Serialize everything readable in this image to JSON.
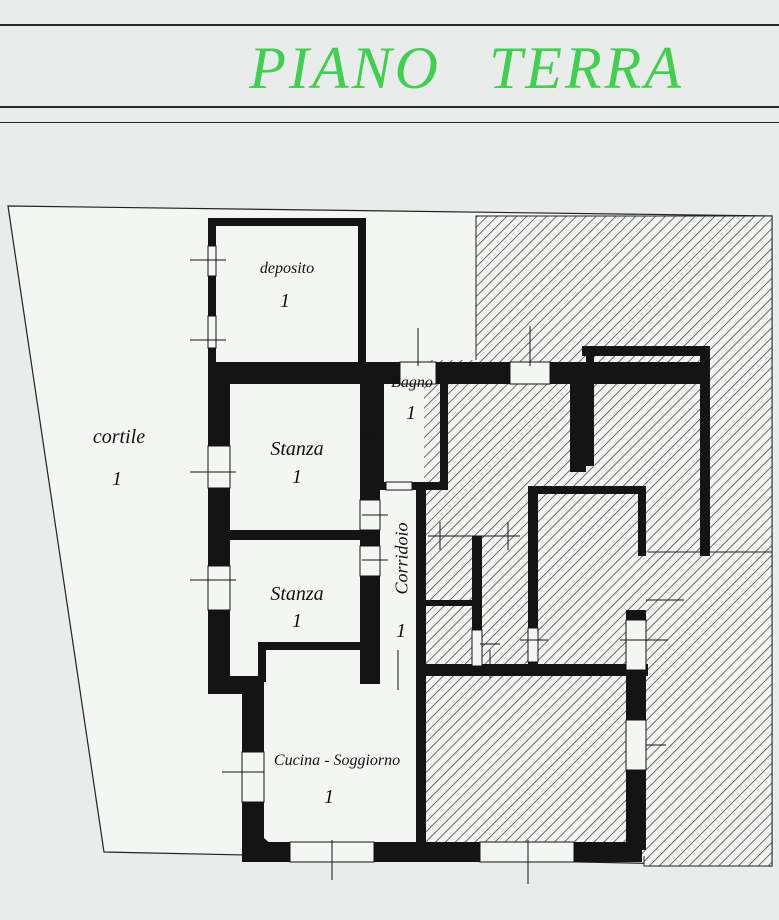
{
  "header": {
    "title_word1": "PIANO",
    "title_word2": "TERRA",
    "title_color": "#3fd04f"
  },
  "rooms": [
    {
      "id": "deposito",
      "name": "deposito",
      "number": "1"
    },
    {
      "id": "bagno",
      "name": "Bagno",
      "number": "1"
    },
    {
      "id": "cortile",
      "name": "cortile",
      "number": "1"
    },
    {
      "id": "stanza-1",
      "name": "Stanza",
      "number": "1"
    },
    {
      "id": "stanza-2",
      "name": "Stanza",
      "number": "1"
    },
    {
      "id": "corridoio",
      "name": "Corridoio",
      "number": "1"
    },
    {
      "id": "cucina-soggiorno",
      "name": "Cucina - Soggiorno",
      "number": "1"
    }
  ],
  "colors": {
    "wall": "#141414",
    "hatch": "#4a4a4a",
    "background": "#e9ecea"
  }
}
